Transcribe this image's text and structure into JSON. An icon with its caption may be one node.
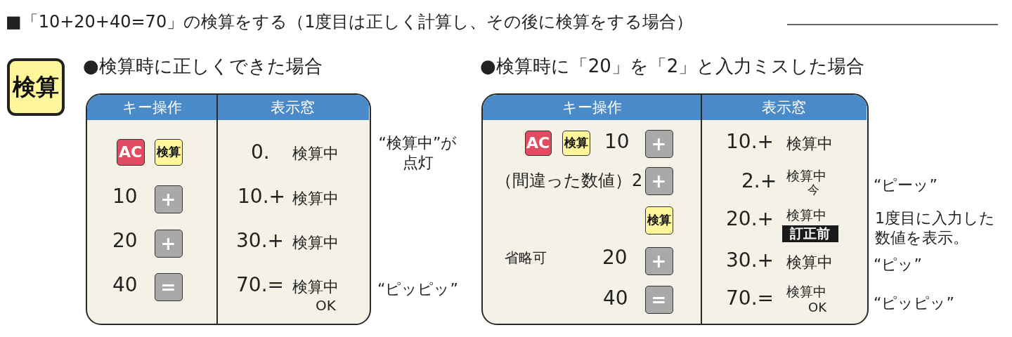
{
  "diagram": {
    "title": "■「10+20+40=70」の検算をする（1度目は正しく計算し、その後に検算をする場合）",
    "nodes": [
      {
        "text": [
          "検算"
        ]
      },
      {
        "text": [
          "キー操作",
          "表示窓"
        ]
      },
      {
        "text": [
          "AC"
        ],
        "in": 1
      },
      {
        "text": [
          "検算"
        ],
        "in": 1
      },
      {
        "text": [
          "+"
        ],
        "in": 1
      },
      {
        "text": [
          "+"
        ],
        "in": 1
      },
      {
        "text": [
          "="
        ],
        "in": 1
      },
      {
        "text": [
          "キー操作",
          "表示窓"
        ]
      },
      {
        "text": [
          "AC"
        ],
        "in": 7
      },
      {
        "text": [
          "検算"
        ],
        "in": 7
      },
      {
        "text": [
          "+"
        ],
        "in": 7
      },
      {
        "text": [
          "+"
        ],
        "in": 7
      },
      {
        "text": [
          "検算"
        ],
        "in": 7
      },
      {
        "text": [
          "訂正前"
        ],
        "in": 7
      },
      {
        "text": [
          "+"
        ],
        "in": 7
      },
      {
        "text": [
          "="
        ],
        "in": 7
      }
    ],
    "edges": [],
    "labels": [
      "●検算時に正しくできた場合",
      "●検算時に「20」を「2」と入力ミスした場合",
      "0.",
      "検算中",
      "“検算中”が点灯",
      "10",
      "10.+",
      "検算中",
      "20",
      "30.+",
      "検算中",
      "40",
      "70.=",
      "検算中",
      "OK",
      "“ピッピッ”",
      "10",
      "10.+",
      "検算中",
      "（間違った数値）2",
      "2.+",
      "検算中",
      "今",
      "“ピーッ”",
      "20.+",
      "検算中",
      "1度目に入力した数値を表示。",
      "省略可",
      "20",
      "30.+",
      "検算中",
      "“ピッ”",
      "40",
      "70.=",
      "検算中",
      "OK",
      "“ピッピッ”"
    ]
  }
}
